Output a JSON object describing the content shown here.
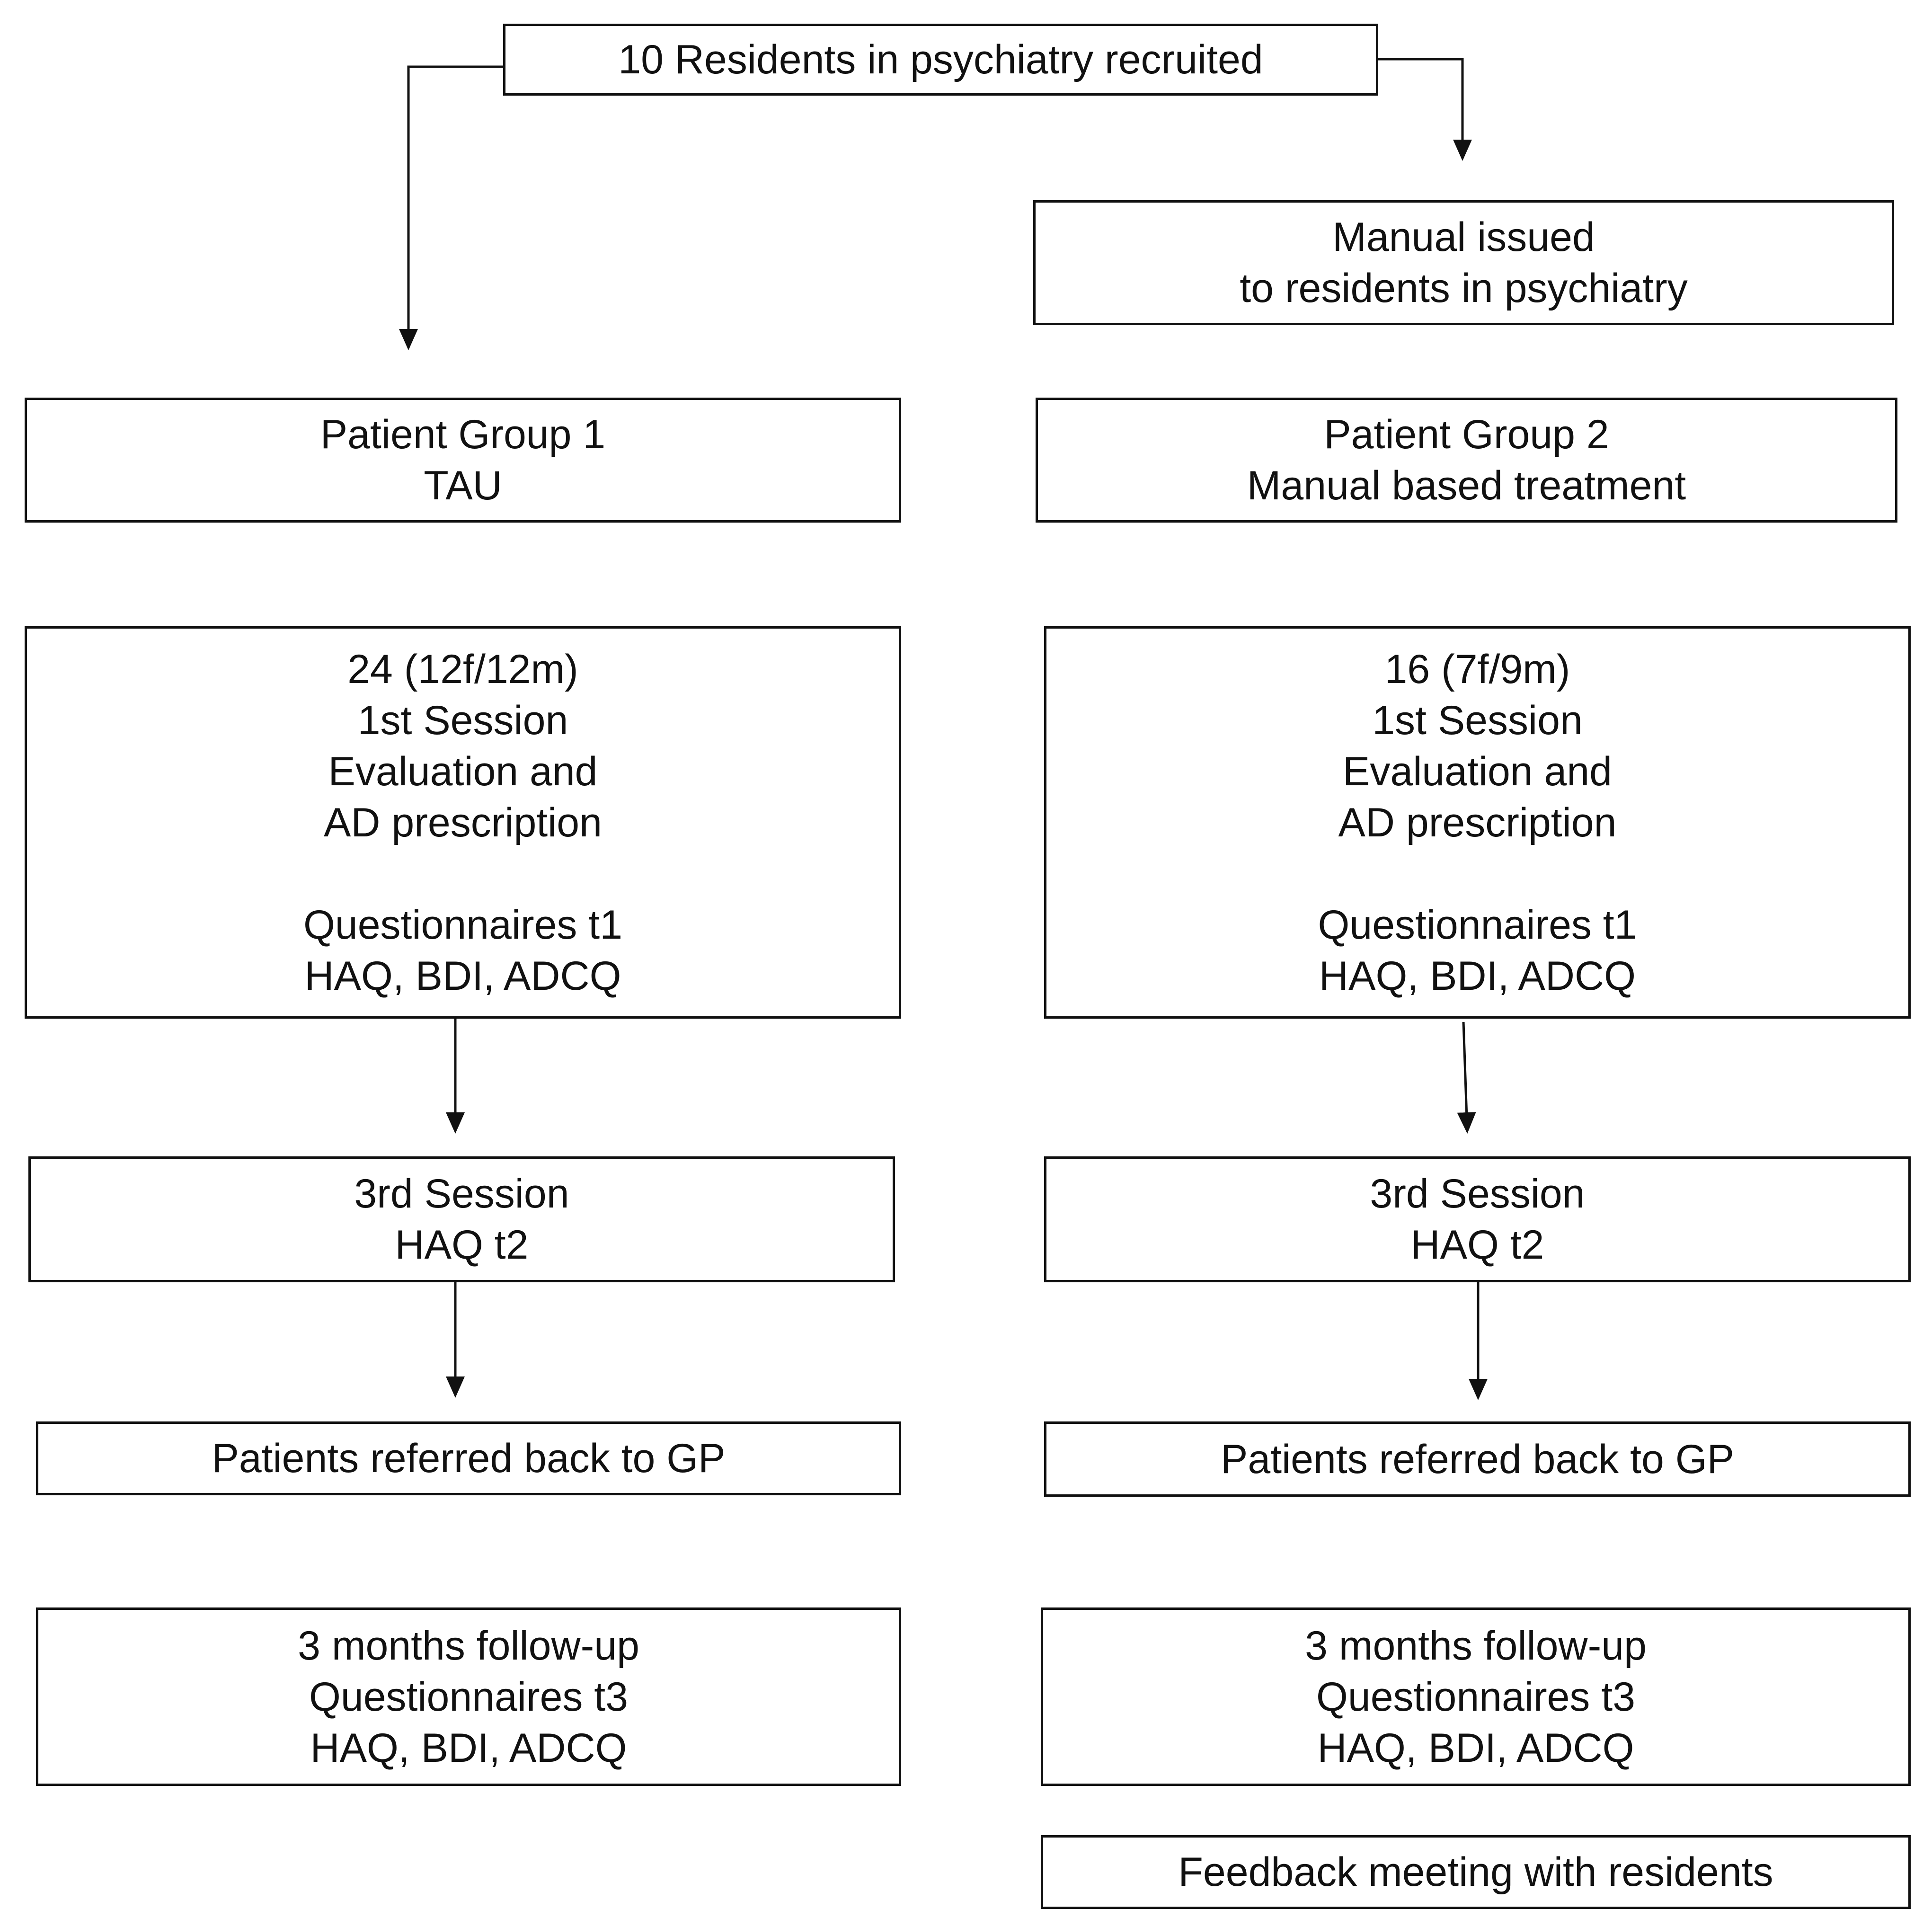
{
  "recruited": {
    "line1": "10 Residents in psychiatry recruited"
  },
  "manual": {
    "line1": "Manual issued",
    "line2": "to residents in psychiatry"
  },
  "group1": {
    "header": {
      "line1": "Patient Group 1",
      "line2": "TAU"
    },
    "session1": {
      "line1": "24 (12f/12m)",
      "line2": "1st Session",
      "line3": "Evaluation and",
      "line4": "AD prescription",
      "line5": "Questionnaires t1",
      "line6": "HAQ, BDI, ADCQ"
    },
    "session3": {
      "line1": "3rd Session",
      "line2": "HAQ t2"
    },
    "referred": {
      "line1": "Patients referred back to GP"
    },
    "followup": {
      "line1": "3 months follow-up",
      "line2": "Questionnaires t3",
      "line3": "HAQ, BDI, ADCQ"
    }
  },
  "group2": {
    "header": {
      "line1": "Patient Group 2",
      "line2": "Manual based treatment"
    },
    "session1": {
      "line1": "16 (7f/9m)",
      "line2": "1st Session",
      "line3": "Evaluation and",
      "line4": "AD prescription",
      "line5": "Questionnaires t1",
      "line6": "HAQ, BDI, ADCQ"
    },
    "session3": {
      "line1": "3rd Session",
      "line2": "HAQ t2"
    },
    "referred": {
      "line1": "Patients referred back to GP"
    },
    "followup": {
      "line1": "3 months follow-up",
      "line2": "Questionnaires t3",
      "line3": "HAQ, BDI, ADCQ"
    },
    "feedback": {
      "line1": "Feedback meeting with residents"
    }
  }
}
